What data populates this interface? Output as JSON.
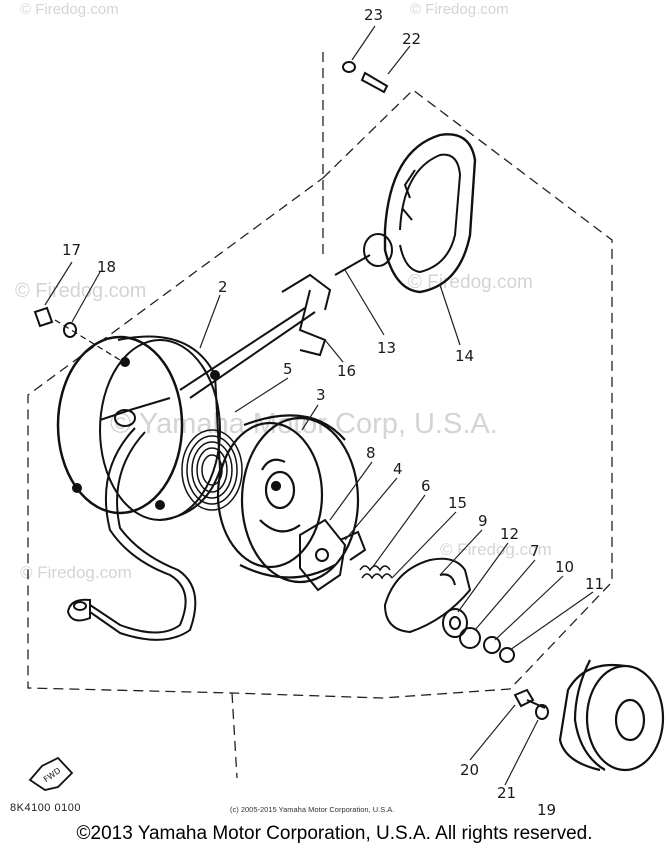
{
  "watermarks": {
    "site_small": "© Firedog.com",
    "site_main": "© Firedog.com",
    "brand": "© Yamaha Motor Corp, U.S.A."
  },
  "parts": {
    "p2": "2",
    "p3": "3",
    "p4": "4",
    "p5": "5",
    "p6": "6",
    "p7": "7",
    "p8": "8",
    "p9": "9",
    "p10": "10",
    "p11": "11",
    "p12": "12",
    "p13": "13",
    "p14": "14",
    "p15": "15",
    "p16": "16",
    "p17": "17",
    "p18": "18",
    "p19": "19",
    "p20": "20",
    "p21": "21",
    "p22": "22",
    "p23": "23"
  },
  "fwd_label": "FWD",
  "diagram_code": "8K4100 0100",
  "small_copyright": "(c) 2005-2015 Yamaha Motor Corporation, U.S.A.",
  "copyright": "©2013 Yamaha Motor Corporation, U.S.A. All rights reserved."
}
